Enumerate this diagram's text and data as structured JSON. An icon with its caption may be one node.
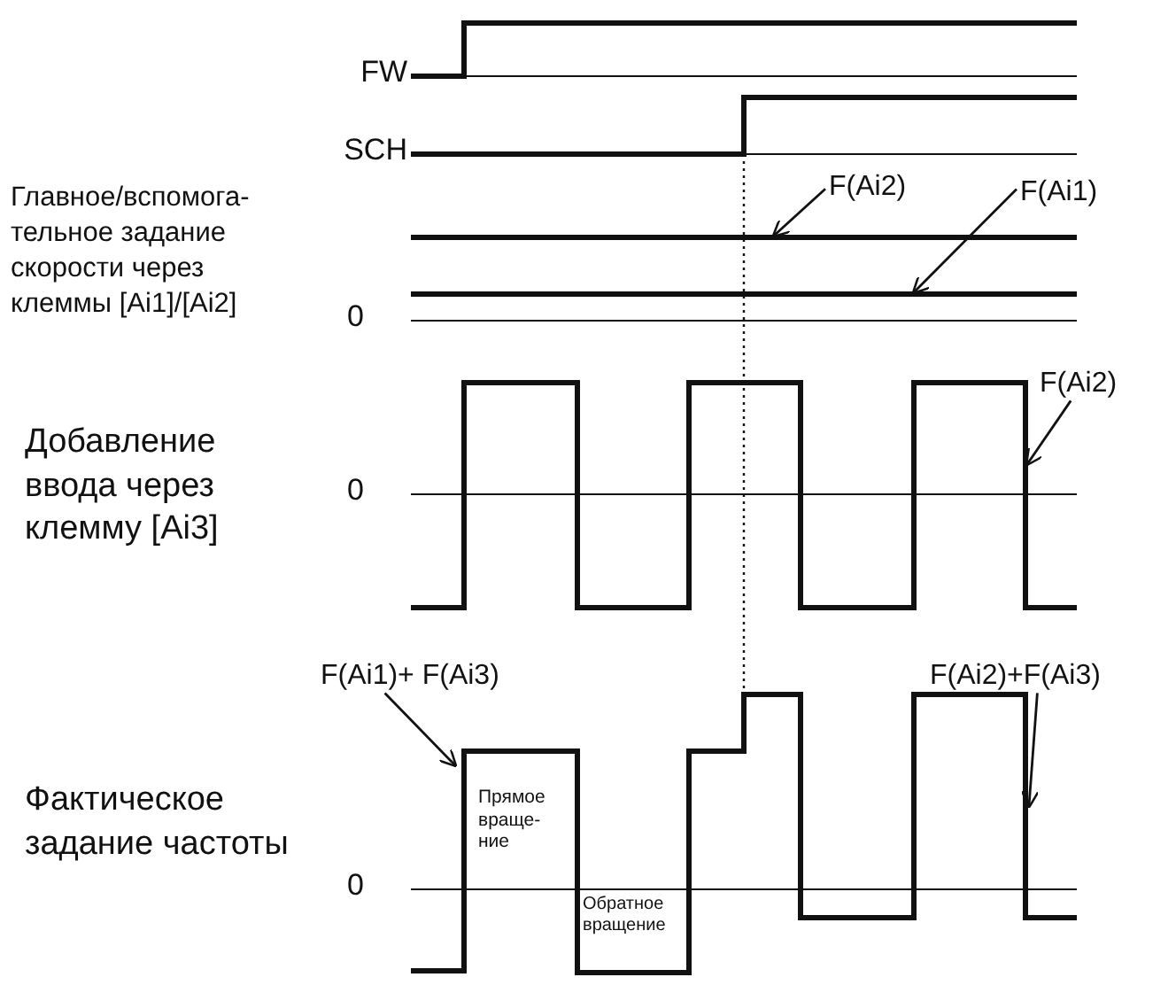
{
  "diagram": {
    "nodes": [
      {
        "text": [
          "F(Ai2)"
        ]
      },
      {
        "text": [
          "F(Ai1)"
        ]
      },
      {
        "text": [
          "F(Ai2)"
        ]
      },
      {
        "text": [
          "F(Ai1)+ F(Ai3)"
        ]
      },
      {
        "text": [
          "F(Ai2)+F(Ai3)"
        ]
      }
    ],
    "edges": [
      {
        "from": 0,
        "to": null,
        "arrow": "to"
      },
      {
        "from": 1,
        "to": null,
        "arrow": "to"
      },
      {
        "from": 2,
        "to": null,
        "arrow": "to"
      },
      {
        "from": 3,
        "to": null,
        "arrow": "to"
      },
      {
        "from": 4,
        "to": null,
        "arrow": "to"
      }
    ],
    "labels": [
      "FW",
      "SCH",
      "Главное/вспомога-тельное задание скорости через клеммы [Ai1]/[Ai2]",
      "0",
      "Добавление ввода через клемму [Ai3]",
      "0",
      "Фактическое задание частоты",
      "Прямое враще-ние",
      "0",
      "Обратное вращение"
    ]
  }
}
